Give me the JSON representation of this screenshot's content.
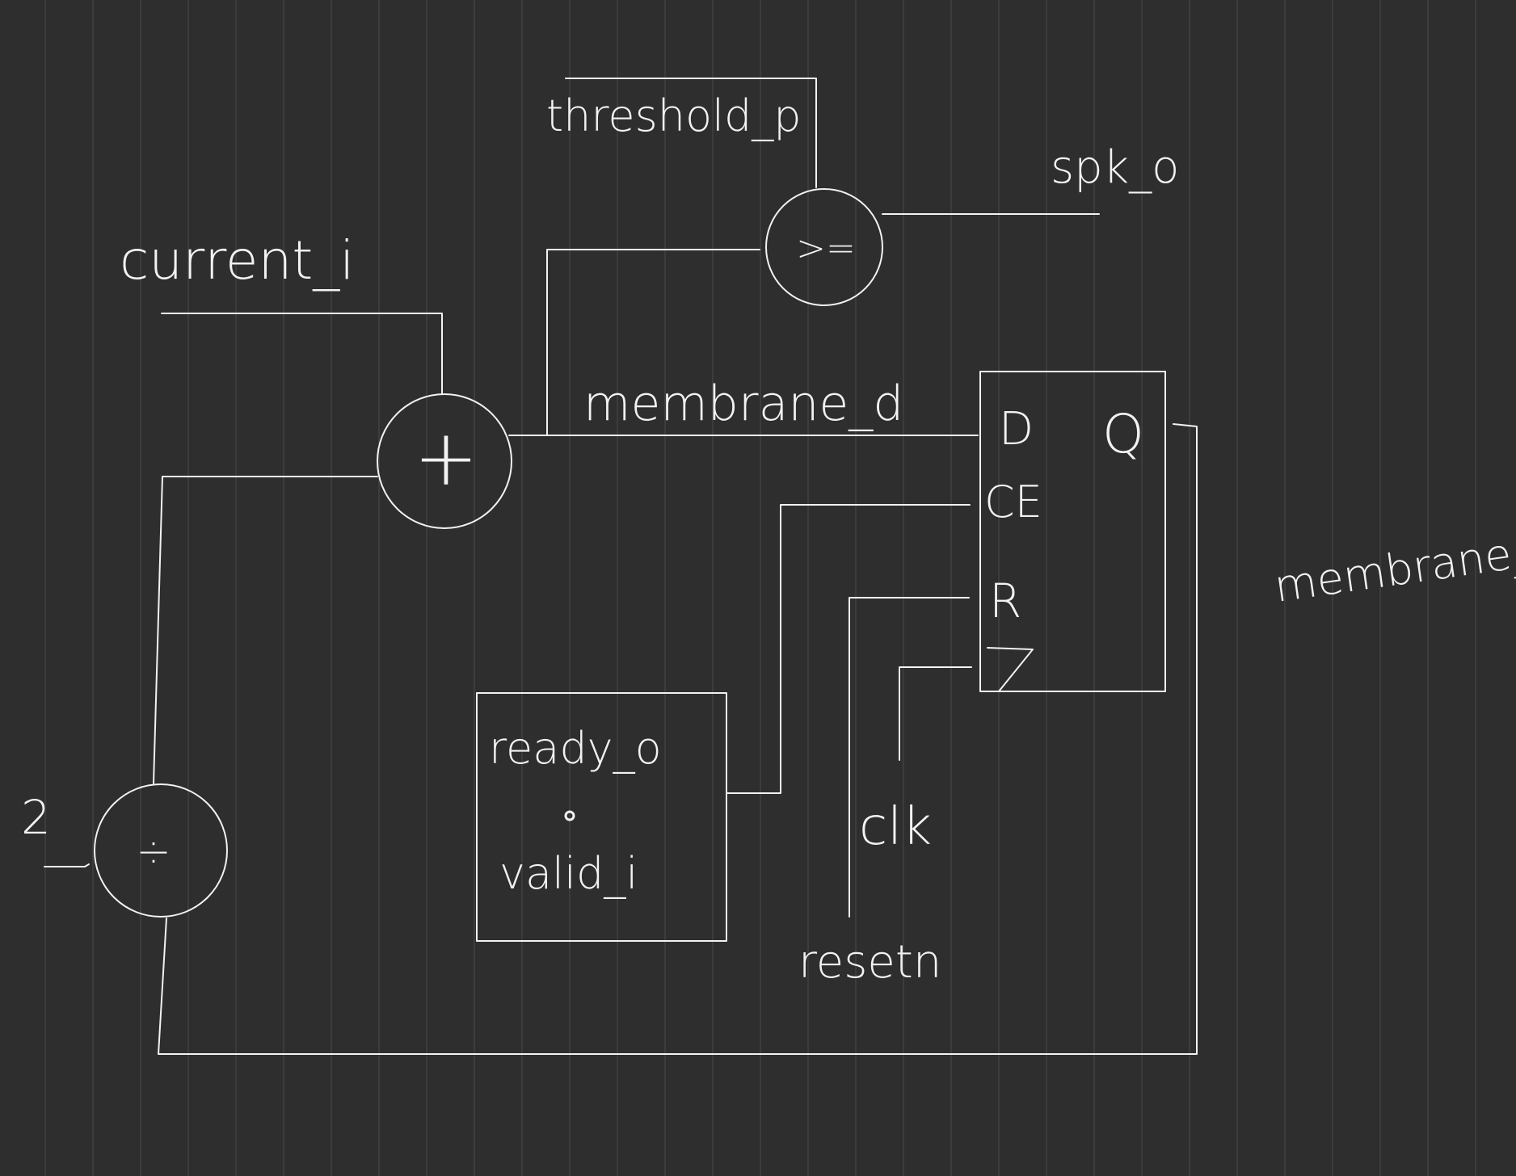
{
  "labels": {
    "threshold": "threshold_p",
    "spike_out": "spk_o",
    "current_in": "current_i",
    "membrane_d": "membrane_d",
    "membrane_q": "membrane_q",
    "divisor": "2",
    "ready": "ready_o",
    "valid": "valid_i",
    "clk": "clk",
    "reset": "resetn"
  },
  "operators": {
    "compare": ">=",
    "add": "+",
    "divide": "÷"
  },
  "flipflop": {
    "d": "D",
    "ce": "CE",
    "r": "R",
    "q": "Q"
  },
  "colors": {
    "background": "#2e2e2e",
    "ink": "#f2f2f2",
    "grid": "#4a4a4a"
  }
}
